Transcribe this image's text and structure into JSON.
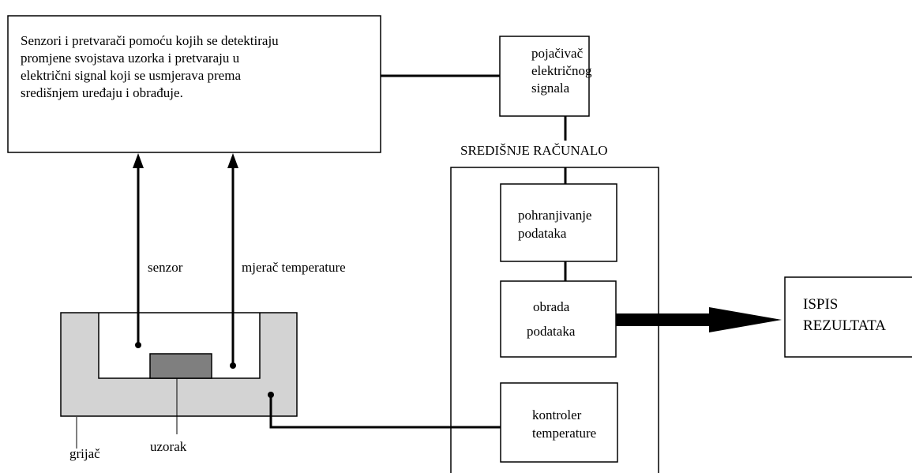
{
  "sensors_box": {
    "lines": [
      "Senzori i pretvarači pomoću kojih se detektiraju",
      "promjene svojstava uzorka i pretvaraju u",
      "električni signal koji se usmjerava prema",
      "središnjem uređaju i obrađuje."
    ]
  },
  "amplifier_box": {
    "lines": [
      "pojačivač",
      "električnog",
      "signala"
    ]
  },
  "central_computer": {
    "title": "SREDIŠNJE RAČUNALO",
    "storage": {
      "lines": [
        "pohranjivanje",
        "podataka"
      ]
    },
    "processing": {
      "lines": [
        "obrada",
        "podataka"
      ]
    },
    "controller": {
      "lines": [
        "kontroler",
        "temperature"
      ]
    }
  },
  "output_box": {
    "lines": [
      "ISPIS",
      "REZULTATA"
    ]
  },
  "labels": {
    "sensor": "senzor",
    "thermometer": "mjerač temperature",
    "heater": "grijač",
    "sample": "uzorak"
  },
  "colors": {
    "heater_fill": "#d3d3d3",
    "sample_fill": "#7f7f7f",
    "line": "#000000"
  }
}
